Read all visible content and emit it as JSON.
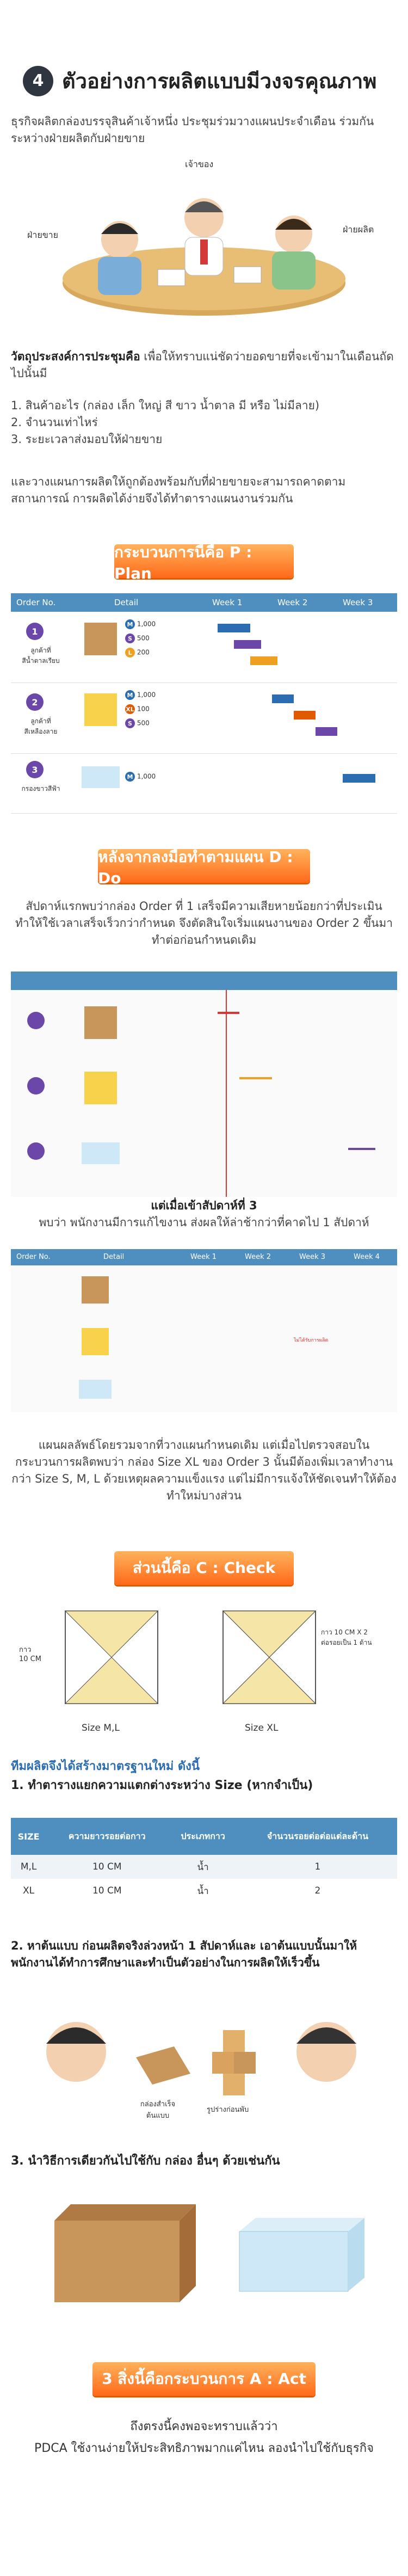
{
  "section": {
    "number": "4",
    "title": "ตัวอย่างการผลิตแบบมีวงจรคุณภาพ"
  },
  "intro": "ธุรกิจผลิตกล่องบรรจุสินค้าเจ้าหนึ่ง ประชุมร่วมวางแผนประจำเดือน ร่วมกันระหว่างฝ่ายผลิตกับฝ่ายขาย",
  "meeting": {
    "owner": "เจ้าของ",
    "sales": "ฝ่ายขาย",
    "production": "ฝ่ายผลิต"
  },
  "objective": {
    "heading": "วัตถุประสงค์การประชุมคือ",
    "text": " เพื่อให้ทราบแน่ชัดว่ายอดขายที่จะเข้ามาในเดือนถัดไปนั้นมี",
    "items": [
      "1. สินค้าอะไร (กล่อง เล็ก ใหญ่ สี ขาว น้ำตาล มี หรือ ไม่มีลาย)",
      "2. จำนวนเท่าไหร่",
      "3. ระยะเวลาส่งมอบให้ฝ่ายขาย"
    ]
  },
  "plan_summary": "และวางแผนการผลิตให้ถูกต้องพร้อมกับที่ฝ่ายขายจะสามารถคาดตามสถานการณ์ การผลิตได้ง่ายจึงได้ทำตารางแผนงานร่วมกัน",
  "plan": {
    "banner": "กระบวนการนี้คือ P : Plan",
    "headers": [
      "Order No.",
      "Detail",
      "Week 1",
      "Week 2",
      "Week 3"
    ],
    "rows": [
      {
        "no": "1",
        "name": "ลูกค้าที่\nสีน้ำตาลเรียบ",
        "items": [
          {
            "size": "M",
            "qty": "1,000",
            "color": "#2c6cb0"
          },
          {
            "size": "S",
            "qty": "500",
            "color": "#6a47a8"
          },
          {
            "size": "L",
            "qty": "200",
            "color": "#f0a020"
          }
        ]
      },
      {
        "no": "2",
        "name": "ลูกค้าที่\nสีเหลืองลาย",
        "items": [
          {
            "size": "M",
            "qty": "1,000",
            "color": "#2c6cb0"
          },
          {
            "size": "XL",
            "qty": "100",
            "color": "#e05a00"
          },
          {
            "size": "S",
            "qty": "500",
            "color": "#6a47a8"
          }
        ]
      },
      {
        "no": "3",
        "name": "กรองขาวสีฟ้า",
        "items": [
          {
            "size": "M",
            "qty": "1,000",
            "color": "#2c6cb0"
          }
        ]
      }
    ]
  },
  "do_section": {
    "banner": "หลังจากลงมือทำตามแผน D : Do",
    "text": "สัปดาห์แรกพบว่ากล่อง Order ที่ 1 เสร็จมีความเสียหายน้อยกว่าที่ประเมิน ทำให้ใช้เวลาเสร็จเร็วกว่ากำหนด จึงตัดสินใจเริ่มแผนงานของ Order 2 ขึ้นมา ทำต่อก่อนกำหนดเดิม"
  },
  "week3": {
    "heading": "แต่เมื่อเข้าสัปดาห์ที่ 3",
    "text": "พบว่า พนักงานมีการแก้ไขงาน ส่งผลให้ล่าช้ากว่าที่คาดไป 1 สัปดาห์",
    "headers": [
      "Order No.",
      "Detail",
      "Week 1",
      "Week 2",
      "Week 3",
      "Week 4"
    ],
    "note": "ไม่ได้รับการผลิต"
  },
  "check_intro": "แผนผลลัพธ์โดยรวมจากที่วางแผนกำหนดเดิม แต่เมื่อไปตรวจสอบในกระบวนการผลิตพบว่า กล่อง Size XL ของ Order 3 นั้นมีต้องเพิ่มเวลาทำงานกว่า Size S, M, L ด้วยเหตุผลความแข็งแรง แต่ไม่มีการแจ้งให้ชัดเจนทำให้ต้องทำใหม่บางส่วน",
  "check": {
    "banner": "ส่วนนี้คือ C : Check",
    "label_left_dim": "กาว\n10 CM",
    "label_right_dim": "กาว 10 CM X 2\nต่อรอยเป็น 1 ด้าน",
    "caption_left": "Size M,L",
    "caption_right": "Size XL"
  },
  "solution": {
    "heading": "ทีมผลิตจึงได้สร้างมาตรฐานใหม่ ดังนี้",
    "item1": "1. ทำตารางแยกความแตกต่างระหว่าง Size (หากจำเป็น)",
    "table_headers": [
      "SIZE",
      "ความยาวรอยต่อกาว",
      "ประเภทกาว",
      "จำนวนรอยต่อต่อแต่ละด้าน"
    ],
    "table_rows": [
      [
        "M,L",
        "10 CM",
        "น้ำ",
        "1"
      ],
      [
        "XL",
        "10 CM",
        "น้ำ",
        "2"
      ]
    ],
    "item2": "2. หาต้นแบบ ก่อนผลิตจริงล่วงหน้า 1 สัปดาห์และ เอาต้นแบบนั้นมาให้พนักงานได้ทำการศึกษาและทำเป็นตัวอย่างในการผลิตให้เร็วขึ้น",
    "sample_label": "กล่องสำเร็จต้นแบบ",
    "sample_label2": "รูปร่างก่อนพับ",
    "item3": "3. นำวิธีการเดียวกันไปใช้กับ กล่อง อื่นๆ ด้วยเช่นกัน"
  },
  "act": {
    "banner": "3 สิ่งนี้คือกระบวนการ A : Act",
    "closing": "ถึงตรงนี้คงพอจะทราบแล้วว่า",
    "closing2": "PDCA ใช้งานง่ายให้ประสิทธิภาพมากแค่ไหน ลองนำไปใช้กับธุรกิจ"
  }
}
